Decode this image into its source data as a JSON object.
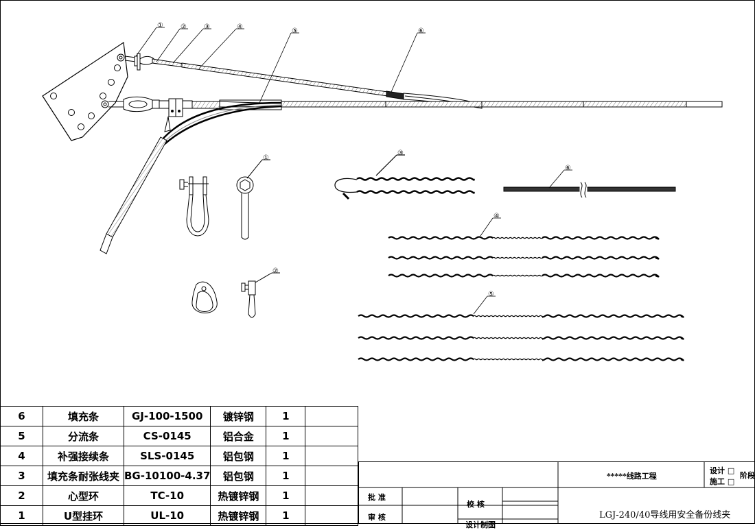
{
  "callouts": [
    "①",
    "②",
    "③",
    "④",
    "⑤",
    "⑥"
  ],
  "parts_table": {
    "rows": [
      {
        "no": "6",
        "name": "填充条",
        "code": "GJ-100-1500",
        "material": "镀锌钢",
        "qty": "1",
        "remark": ""
      },
      {
        "no": "5",
        "name": "分流条",
        "code": "CS-0145",
        "material": "铝合金",
        "qty": "1",
        "remark": ""
      },
      {
        "no": "4",
        "name": "补强接续条",
        "code": "SLS-0145",
        "material": "铝包钢",
        "qty": "1",
        "remark": ""
      },
      {
        "no": "3",
        "name": "填充条耐张线夹",
        "code": "BG-10100-4.37",
        "material": "铝包钢",
        "qty": "1",
        "remark": ""
      },
      {
        "no": "2",
        "name": "心型环",
        "code": "TC-10",
        "material": "热镀锌钢",
        "qty": "1",
        "remark": ""
      },
      {
        "no": "1",
        "name": "U型挂环",
        "code": "UL-10",
        "material": "热镀锌钢",
        "qty": "1",
        "remark": ""
      }
    ]
  },
  "title_block": {
    "project": "*****线路工程",
    "stage_design": "设计 □",
    "stage_construction": "施工 □",
    "stage_label": "阶段",
    "approve": "批  准",
    "review": "审  核",
    "check": "校  核",
    "drawn": "设计制图",
    "drawing_title": "LGJ-240/40导线用安全备份线夹"
  }
}
